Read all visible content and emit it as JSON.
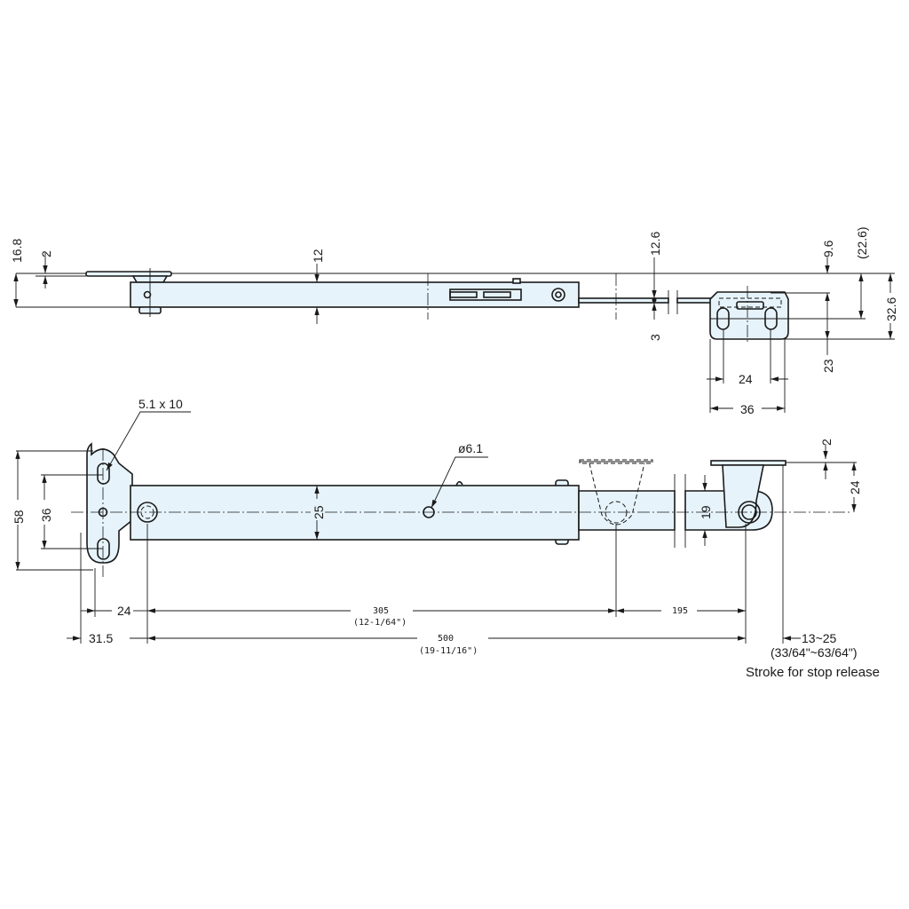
{
  "top_view": {
    "dim_16_8": "16.8",
    "dim_2": "2",
    "dim_12": "12",
    "dim_12_6": "12.6",
    "dim_3": "3",
    "dim_9_6": "9.6",
    "dim_22_6": "(22.6)",
    "dim_32_6": "32.6",
    "dim_23": "23",
    "dim_24": "24",
    "dim_36": "36"
  },
  "bottom_view": {
    "slot_label": "5.1 x 10",
    "hole_label": "ø6.1",
    "dim_58": "58",
    "dim_36": "36",
    "dim_25": "25",
    "dim_19": "19",
    "dim_2": "2",
    "dim_24_right": "24",
    "dim_24": "24",
    "dim_305": "305",
    "dim_305_in": "(12-1/64\")",
    "dim_195": "195",
    "dim_31_5": "31.5",
    "dim_500": "500",
    "dim_500_in": "(19-11/16\")",
    "stroke_range": "13~25",
    "stroke_range_in": "(33/64\"~63/64\")",
    "stroke_caption": "Stroke for stop release"
  },
  "colors": {
    "part_fill": "#e6f3fb",
    "line": "#1a1a1a"
  }
}
